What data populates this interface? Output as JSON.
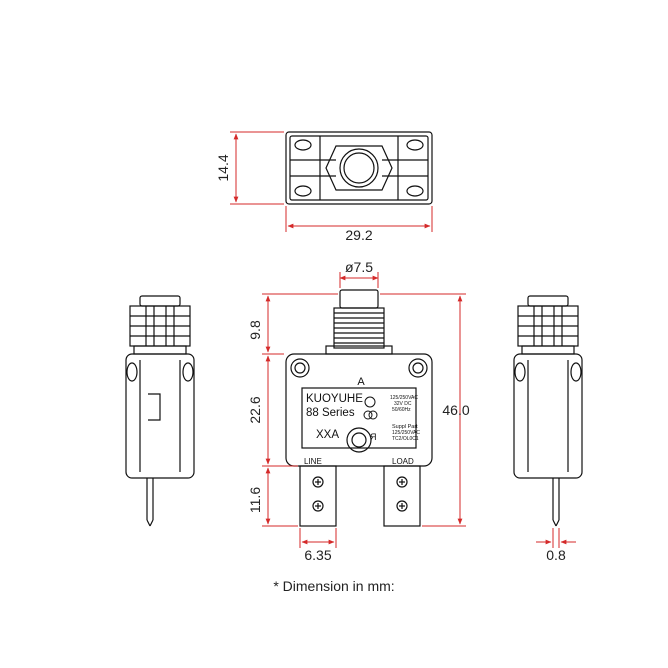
{
  "dimensions": {
    "top_height": "14.4",
    "top_width": "29.2",
    "button_diameter": "ø7.5",
    "button_height": "9.8",
    "body_height": "22.6",
    "terminal_height": "11.6",
    "overall_height": "46.0",
    "terminal_width": "6.35",
    "terminal_thickness": "0.8"
  },
  "label": {
    "brand": "KUOYUHE",
    "series": "88 Series",
    "rating": "XXA",
    "current_mark": "A",
    "voltage_line1": "125/250VAC",
    "voltage_line2": "32V DC",
    "voltage_line3": "50/60Hz",
    "supply_line1": "Suppl Part",
    "supply_line2": "125/250VAC",
    "supply_line3": "TC2/OL0C1",
    "terminal_left": "LINE",
    "terminal_right": "LOAD"
  },
  "footnote": "* Dimension in mm:",
  "colors": {
    "outline": "#111111",
    "dimension": "#d42a2a",
    "background": "#ffffff"
  }
}
